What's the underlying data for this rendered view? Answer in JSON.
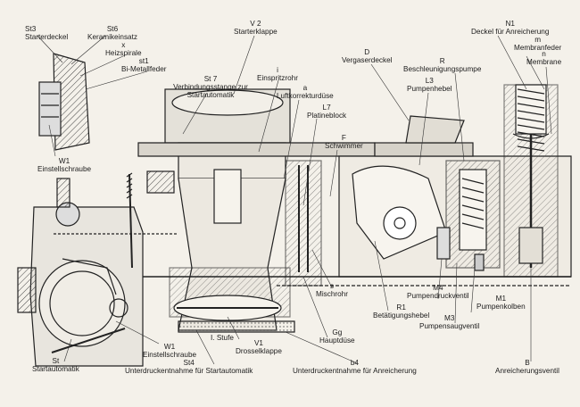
{
  "diagram": {
    "labels": [
      {
        "id": "st3",
        "code": "St3",
        "text": "Starterdeckel"
      },
      {
        "id": "st6",
        "code": "St6",
        "text": "Keramikeinsatz"
      },
      {
        "id": "x",
        "code": "x",
        "text": "Heizspirale"
      },
      {
        "id": "st1",
        "code": "st1",
        "text": "Bi-Metallfeder"
      },
      {
        "id": "w1a",
        "code": "W1",
        "text": "Einstellschraube"
      },
      {
        "id": "st7",
        "code": "St 7",
        "text": "Verbindungsstange zur Startautomatik"
      },
      {
        "id": "v2",
        "code": "V 2",
        "text": "Starterklappe"
      },
      {
        "id": "i",
        "code": "i",
        "text": "Einspritzrohr"
      },
      {
        "id": "a",
        "code": "a",
        "text": "Luftkorrekturdüse"
      },
      {
        "id": "l7",
        "code": "L7",
        "text": "Platineblock"
      },
      {
        "id": "f",
        "code": "F",
        "text": "Schwimmer"
      },
      {
        "id": "d",
        "code": "D",
        "text": "Vergaserdeckel"
      },
      {
        "id": "r",
        "code": "R",
        "text": "Beschleunigungspumpe"
      },
      {
        "id": "l3",
        "code": "L3",
        "text": "Pumpenhebel"
      },
      {
        "id": "n1",
        "code": "N1",
        "text": "Deckel für Anreicherung"
      },
      {
        "id": "m",
        "code": "m",
        "text": "Membranfeder"
      },
      {
        "id": "n",
        "code": "n",
        "text": "Membrane"
      },
      {
        "id": "s",
        "code": "s",
        "text": "Mischrohr"
      },
      {
        "id": "r1",
        "code": "R1",
        "text": "Betätigungshebel"
      },
      {
        "id": "m4",
        "code": "M4",
        "text": "Pumpendruckventil"
      },
      {
        "id": "m1",
        "code": "M1",
        "text": "Pumpenkolben"
      },
      {
        "id": "m3",
        "code": "M3",
        "text": "Pumpensaugventil"
      },
      {
        "id": "gg",
        "code": "Gg",
        "text": "Hauptdüse"
      },
      {
        "id": "st",
        "code": "St",
        "text": "Startautomatik"
      },
      {
        "id": "w1b",
        "code": "W1",
        "text": "Einstellschraube"
      },
      {
        "id": "stufe",
        "code": "",
        "text": "I. Stufe"
      },
      {
        "id": "v1",
        "code": "V1",
        "text": "Drosselklappe"
      },
      {
        "id": "st4",
        "code": "St4",
        "text": "Unterdruckentnahme für Startautomatik"
      },
      {
        "id": "b4",
        "code": "b4",
        "text": "Unterdruckentnahme für Anreicherung"
      },
      {
        "id": "b",
        "code": "B",
        "text": "Anreicherungsventil"
      }
    ]
  }
}
